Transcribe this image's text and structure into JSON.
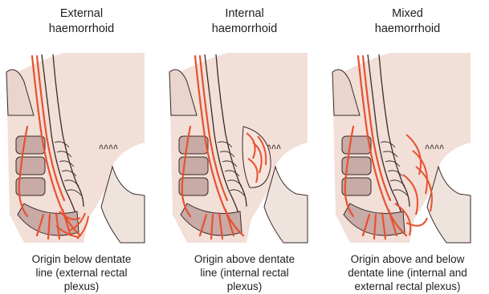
{
  "panels": [
    {
      "title": [
        "External",
        "haemorrhoid"
      ],
      "caption": [
        "Origin below dentate",
        "line (external rectal",
        "plexus)"
      ]
    },
    {
      "title": [
        "Internal",
        "haemorrhoid"
      ],
      "caption": [
        "Origin above dentate",
        "line (internal rectal",
        "plexus)"
      ]
    },
    {
      "title": [
        "Mixed",
        "haemorrhoid"
      ],
      "caption": [
        "Origin above and below",
        "dentate line (internal and",
        "external rectal plexus)"
      ]
    }
  ],
  "colors": {
    "skin": "#f2dfd8",
    "muscle": "#c8aaa6",
    "vessel": "#e8512f",
    "outline": "#3a2a28"
  }
}
